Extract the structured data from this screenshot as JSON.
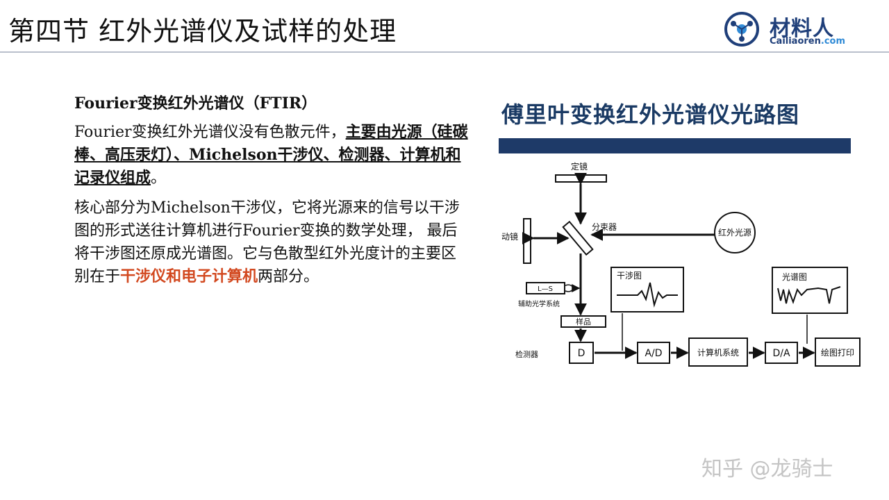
{
  "header": {
    "title": "第四节 红外光谱仪及试样的处理",
    "logo_text": "材料人",
    "logo_sub_main": "Cailiaoren",
    "logo_sub_domain": ".com"
  },
  "content": {
    "heading": "Fourier变换红外光谱仪（FTIR）",
    "para1_plain": "Fourier变换红外光谱仪没有色散元件，",
    "para1_underlined": "主要由光源（硅碳棒、高压汞灯）、Michelson干涉仪、检测器、计算机和记录仪组成",
    "para1_end": "。",
    "para2_plain": "核心部分为Michelson干涉仪，它将光源来的信号以干涉图的形式送往计算机进行Fourier变换的数学处理， 最后将干涉图还原成光谱图。它与色散型红外光度计的主要区别在于",
    "para2_red": "干涉仪和电子计算机",
    "para2_end": "两部分。"
  },
  "diagram": {
    "title": "傅里叶变换红外光谱仪光路图",
    "labels": {
      "fixed_mirror": "定镜",
      "moving_mirror": "动镜",
      "beam_splitter": "分束器",
      "ir_source": "红外光源",
      "ls": "L—S",
      "aux_optics": "辅助光学系统",
      "sample": "样品",
      "detector": "检测器",
      "d_box": "D",
      "interferogram": "干涉图",
      "ad": "A/D",
      "computer": "计算机系统",
      "da": "D/A",
      "spectrum": "光谱图",
      "plotter": "绘图打印"
    }
  },
  "watermark": "知乎 @龙骑士"
}
